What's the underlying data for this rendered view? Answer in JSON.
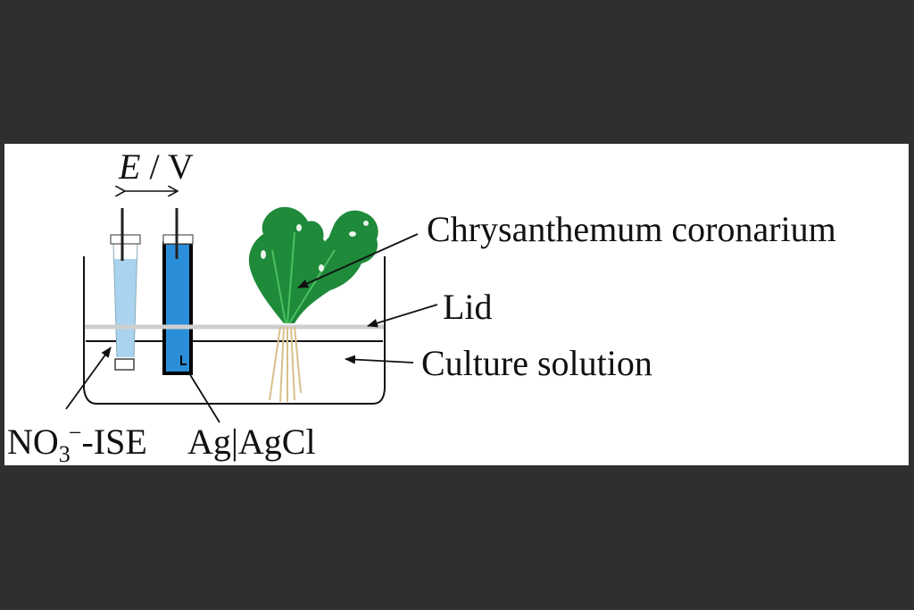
{
  "diagram": {
    "potential_label": {
      "symbol": "E",
      "separator": " / ",
      "unit": "V"
    },
    "labels": {
      "plant": "Chrysanthemum coronarium",
      "lid": "Lid",
      "solution": "Culture solution",
      "ise_prefix": "NO",
      "ise_subscript": "3",
      "ise_superscript": "−",
      "ise_suffix": "-ISE",
      "reference": "Ag|AgCl"
    },
    "colors": {
      "background": "#2f2f2f",
      "panel": "#ffffff",
      "ise_fill": "#a9d3ee",
      "reference_fill": "#2a8fd8",
      "leaf": "#1e8a3a",
      "root": "#d8c08a",
      "lid": "#cfcfcf"
    }
  }
}
